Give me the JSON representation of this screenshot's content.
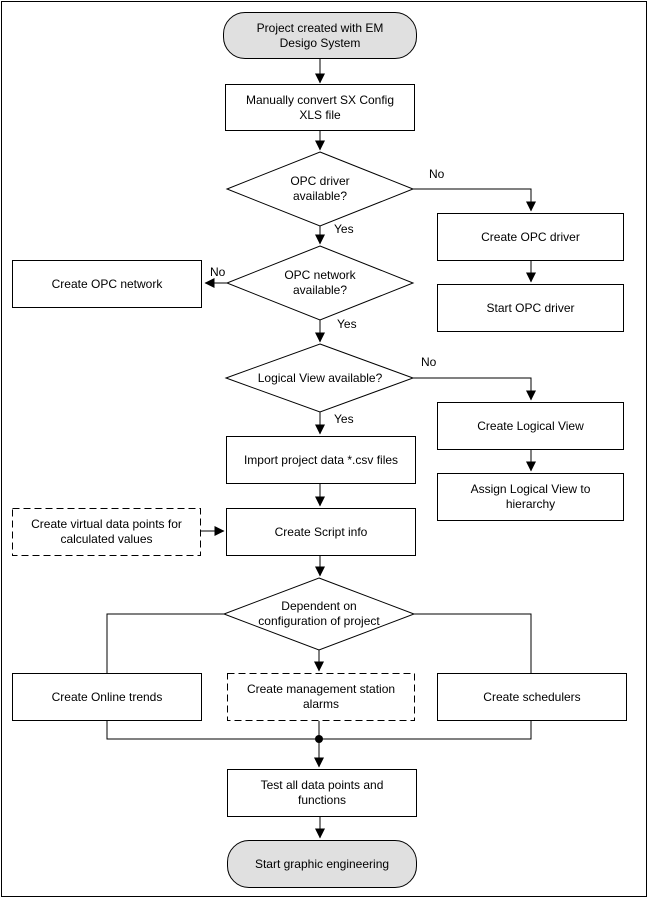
{
  "diagram": {
    "nodes": {
      "start": "Project created with EM Desigo System",
      "convert": "Manually convert SX Config XLS file",
      "opc_driver_q": "OPC driver available?",
      "create_opc_driver": "Create OPC driver",
      "start_opc_driver": "Start OPC driver",
      "opc_network_q": "OPC network available?",
      "create_opc_network": "Create OPC network",
      "logical_view_q": "Logical View available?",
      "create_logical_view": "Create Logical View",
      "assign_logical_view": "Assign Logical View to hierarchy",
      "import_csv": "Import project data *.csv files",
      "virtual_points": "Create virtual data points for calculated values",
      "script_info": "Create Script info",
      "config_q": "Dependent on configuration of project",
      "online_trends": "Create Online trends",
      "mgmt_alarms": "Create management station alarms",
      "schedulers": "Create schedulers",
      "test_points": "Test all data points and functions",
      "end": "Start graphic engineering"
    },
    "edge_labels": {
      "yes": "Yes",
      "no": "No"
    },
    "colors": {
      "line": "#000000",
      "process_fill": "#ffffff",
      "terminator_fill": "#e0e0e0",
      "background": "#ffffff"
    }
  }
}
